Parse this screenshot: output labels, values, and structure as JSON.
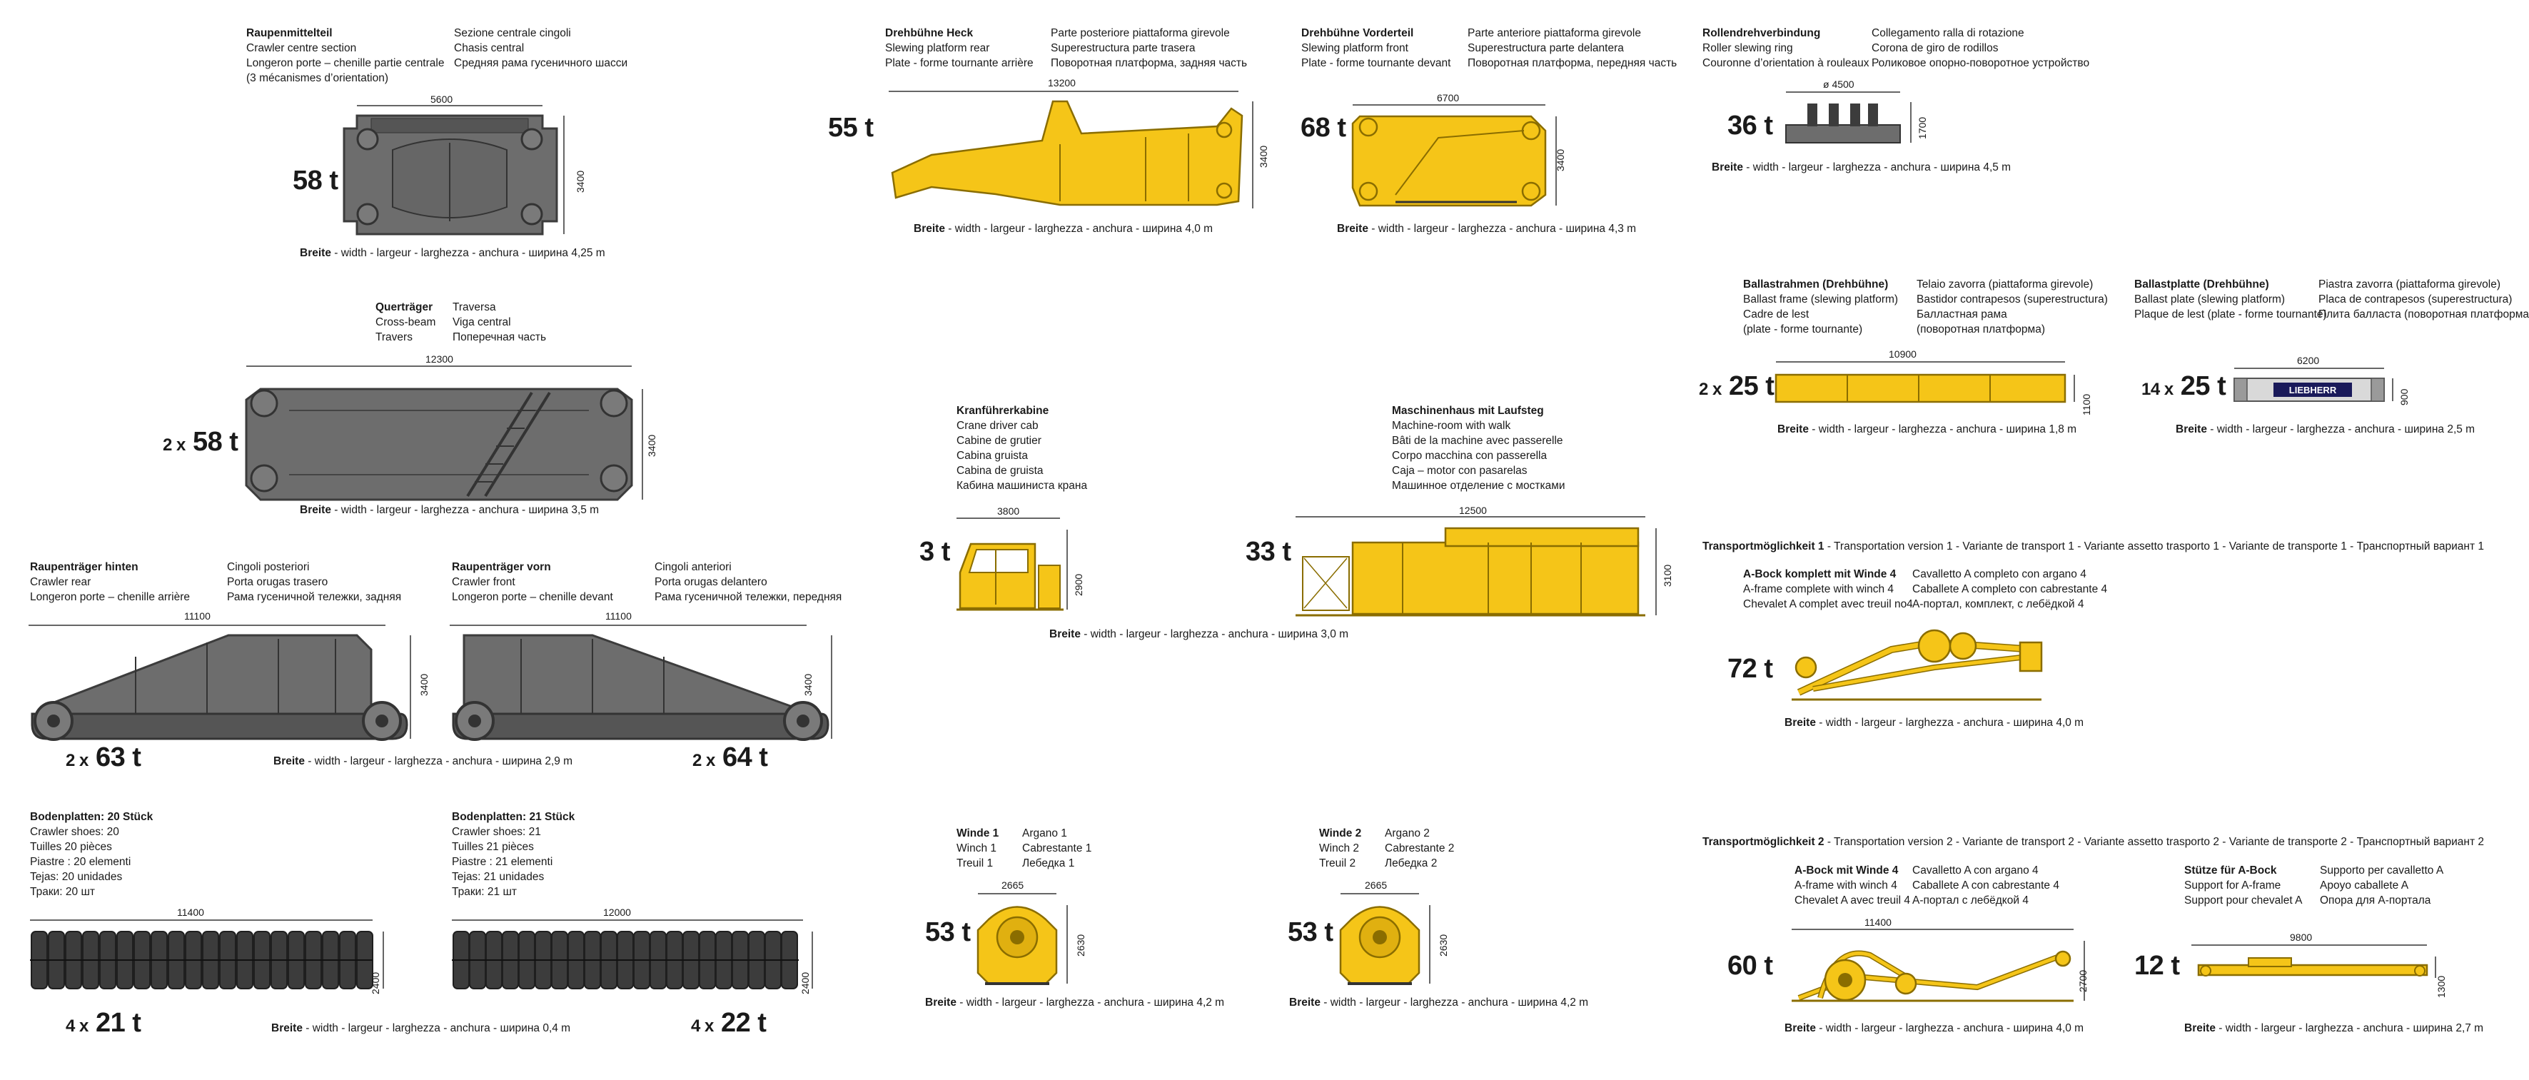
{
  "colors": {
    "gray": "#6d6d6d",
    "gray_dark": "#3c3c3c",
    "yellow": "#f5c518",
    "yellow_dark": "#8a6d00",
    "text": "#1a1a1a"
  },
  "width_label": {
    "de": "Breite",
    "rest": " - width - largeur - larghezza - anchura - ширина "
  },
  "components": {
    "raupenmittelteil": {
      "left": [
        "Raupenmittelteil",
        "Crawler centre section",
        "Longeron porte – chenille partie centrale",
        "(3 mécanismes d’orientation)"
      ],
      "right": [
        "Sezione centrale cingoli",
        "Chasis central",
        "Средняя рама гусеничного шасси"
      ],
      "weight": "58 t",
      "length": "5600",
      "height": "3400",
      "width": "4,25 m"
    },
    "quertraeger": {
      "left": [
        "Querträger",
        "Cross-beam",
        "Travers"
      ],
      "right": [
        "Traversa",
        "Viga central",
        "Поперечная часть"
      ],
      "weight_prefix": "2 x",
      "weight": "58 t",
      "length": "12300",
      "height": "3400",
      "width": "3,5 m"
    },
    "raupentraeger_hinten": {
      "left": [
        "Raupenträger hinten",
        "Crawler rear",
        "Longeron porte – chenille arrière"
      ],
      "right": [
        "Cingoli posteriori",
        "Porta orugas trasero",
        "Рама гусеничной тележки, задняя"
      ],
      "weight_prefix": "2 x",
      "weight": "63 t",
      "length": "11100",
      "height": "3400"
    },
    "raupentraeger_vorn": {
      "left": [
        "Raupenträger vorn",
        "Crawler front",
        "Longeron porte – chenille devant"
      ],
      "right": [
        "Cingoli anteriori",
        "Porta orugas delantero",
        "Рама гусеничной тележки, передняя"
      ],
      "weight_prefix": "2 x",
      "weight": "64 t",
      "length": "11100",
      "height": "3400",
      "width": "2,9 m"
    },
    "bodenplatten_20": {
      "lines": [
        "Bodenplatten: 20 Stück",
        "Crawler shoes: 20",
        "Tuilles  20 pièces",
        "Piastre : 20 elementi",
        "Tejas: 20 unidades",
        "Траки: 20 шт"
      ],
      "weight_prefix": "4 x",
      "weight": "21 t",
      "length": "11400",
      "height": "2400"
    },
    "bodenplatten_21": {
      "lines": [
        "Bodenplatten: 21 Stück",
        "Crawler shoes: 21",
        "Tuilles  21 pièces",
        "Piastre : 21 elementi",
        "Tejas: 21 unidades",
        "Траки: 21 шт"
      ],
      "weight_prefix": "4 x",
      "weight": "22 t",
      "length": "12000",
      "height": "2400",
      "width": "0,4 m"
    },
    "drehbuehne_heck": {
      "left": [
        "Drehbühne Heck",
        "Slewing platform rear",
        "Plate - forme tournante arrière"
      ],
      "right": [
        "Parte posteriore piattaforma girevole",
        "Superestructura parte trasera",
        "Поворотная платформа, задняя часть"
      ],
      "weight": "55 t",
      "length": "13200",
      "height": "3400",
      "width": "4,0 m"
    },
    "drehbuehne_vorderteil": {
      "left": [
        "Drehbühne Vorderteil",
        "Slewing platform front",
        "Plate - forme tournante devant"
      ],
      "right": [
        "Parte anteriore piattaforma girevole",
        "Superestructura parte delantera",
        "Поворотная платформа, передняя часть"
      ],
      "weight": "68 t",
      "length": "6700",
      "height": "3400",
      "width": "4,3 m"
    },
    "rollendrehverbindung": {
      "left": [
        "Rollendrehverbindung",
        "Roller slewing ring",
        "Couronne d’orientation à rouleaux"
      ],
      "right": [
        "Collegamento ralla di rotazione",
        "Corona de giro de rodillos",
        "Роликовое опорно-поворотное устройство"
      ],
      "weight": "36 t",
      "length": "ø 4500",
      "height": "1700",
      "width": "4,5 m"
    },
    "kranfuehrerkabine": {
      "lines": [
        "Kranführerkabine",
        "Crane driver cab",
        "Cabine de grutier",
        "Cabina gruista",
        "Cabina de gruista",
        "Кабина машиниста крана"
      ],
      "weight": "3 t",
      "length": "3800",
      "height": "2900"
    },
    "maschinenhaus": {
      "lines": [
        "Maschinenhaus mit Laufsteg",
        "Machine-room with walk",
        "Bâti de la machine avec passerelle",
        "Corpo macchina con passerella",
        "Caja – motor con pasarelas",
        "Машинное отделение с мостками"
      ],
      "weight": "33 t",
      "length": "12500",
      "height": "3100",
      "width": "3,0 m"
    },
    "ballastrahmen": {
      "left": [
        "Ballastrahmen (Drehbühne)",
        "Ballast frame (slewing platform)",
        "Cadre de lest",
        "(plate - forme tournante)"
      ],
      "right": [
        "Telaio zavorra (piattaforma girevole)",
        "Bastidor contrapesos (superestructura)",
        "Балластная рама",
        "(поворотная платформа)"
      ],
      "weight_prefix": "2 x",
      "weight": "25 t",
      "length": "10900",
      "height": "1100",
      "width": "1,8 m"
    },
    "ballastplatte": {
      "left": [
        "Ballastplatte (Drehbühne)",
        "Ballast plate (slewing platform)",
        "Plaque de lest (plate - forme tournante)"
      ],
      "right": [
        "Piastra zavorra (piattaforma girevole)",
        "Placa de contrapesos (superestructura)",
        "Плита балласта (поворотная платформа)"
      ],
      "weight_prefix": "14 x",
      "weight": "25 t",
      "length": "6200",
      "height": "900",
      "width": "2,5 m",
      "brand": "LIEBHERR"
    },
    "winde1": {
      "left": [
        "Winde 1",
        "Winch 1",
        "Treuil 1"
      ],
      "right": [
        "Argano 1",
        "Cabrestante 1",
        "Лебедка 1"
      ],
      "weight": "53 t",
      "length": "2665",
      "height": "2630",
      "width": "4,2 m"
    },
    "winde2": {
      "left": [
        "Winde 2",
        "Winch 2",
        "Treuil 2"
      ],
      "right": [
        "Argano 2",
        "Cabrestante 2",
        "Лебедка 2"
      ],
      "weight": "53 t",
      "length": "2665",
      "height": "2630",
      "width": "4,2 m"
    },
    "transport1": {
      "title_de": "Transportmöglichkeit 1",
      "title_rest": " - Transportation version 1 - Variante de transport 1 - Variante assetto trasporto 1 - Variante de transporte 1 - Транспортный вариант 1",
      "left": [
        "A-Bock komplett mit Winde 4",
        "A-frame complete with winch 4",
        "Chevalet A complet avec treuil no4"
      ],
      "right": [
        "Cavalletto A completo con argano 4",
        "Caballete A completo con cabrestante 4",
        "А-портал, комплект, с лебёдкой 4"
      ],
      "weight": "72 t",
      "width": "4,0 m"
    },
    "transport2": {
      "title_de": "Transportmöglichkeit 2",
      "title_rest": " - Transportation version 2 - Variante de transport 2 - Variante assetto trasporto 2 - Variante de transporte 2 - Транспортный вариант 2",
      "abock": {
        "left": [
          "A-Bock mit Winde 4",
          "A-frame with winch 4",
          "Chevalet A avec treuil 4"
        ],
        "right": [
          "Cavalletto A con argano 4",
          "Caballete A con cabrestante 4",
          "А-портал с лебёдкой 4"
        ],
        "weight": "60 t",
        "length": "11400",
        "height": "2700",
        "width": "4,0 m"
      },
      "stuetze": {
        "left": [
          "Stütze für A-Bock",
          "Support for A-frame",
          "Support pour chevalet A"
        ],
        "right": [
          "Supporto per cavalletto A",
          "Apoyo caballete A",
          "Опора для А-портала"
        ],
        "weight": "12 t",
        "length": "9800",
        "height": "1300",
        "width": "2,7 m"
      }
    }
  }
}
